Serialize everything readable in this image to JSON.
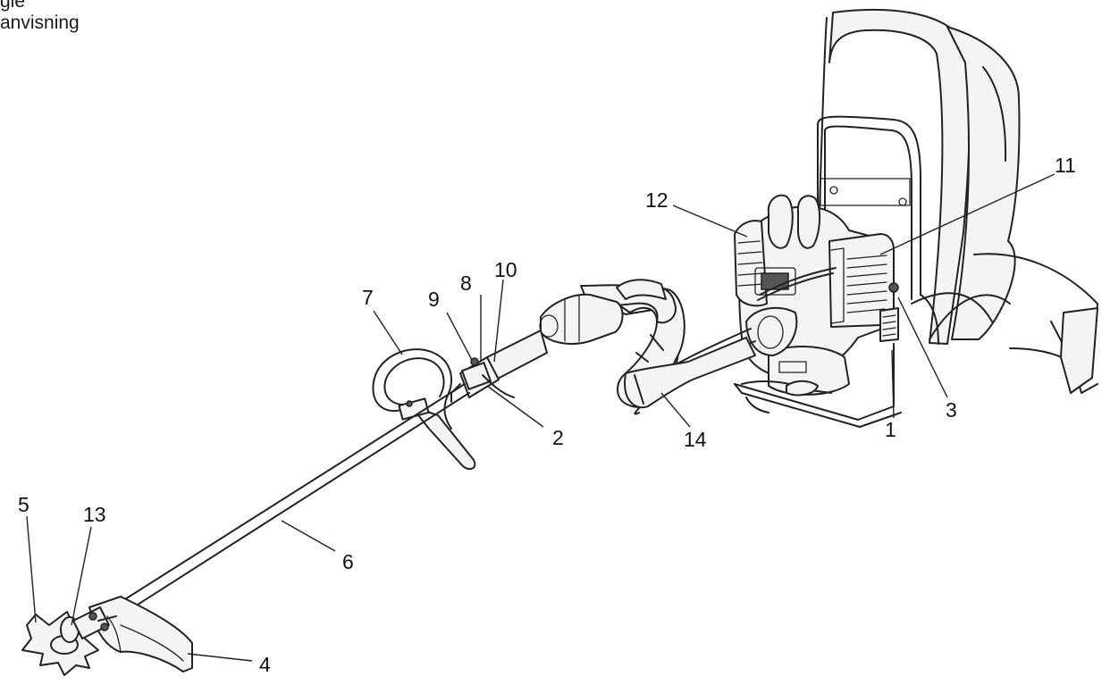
{
  "header": {
    "line1": "gle",
    "line2": "anvisning"
  },
  "callouts": {
    "c1": "1",
    "c2": "2",
    "c3": "3",
    "c4": "4",
    "c5": "5",
    "c6": "6",
    "c7": "7",
    "c8": "8",
    "c9": "9",
    "c10": "10",
    "c11": "11",
    "c12": "12",
    "c13": "13",
    "c14": "14"
  }
}
